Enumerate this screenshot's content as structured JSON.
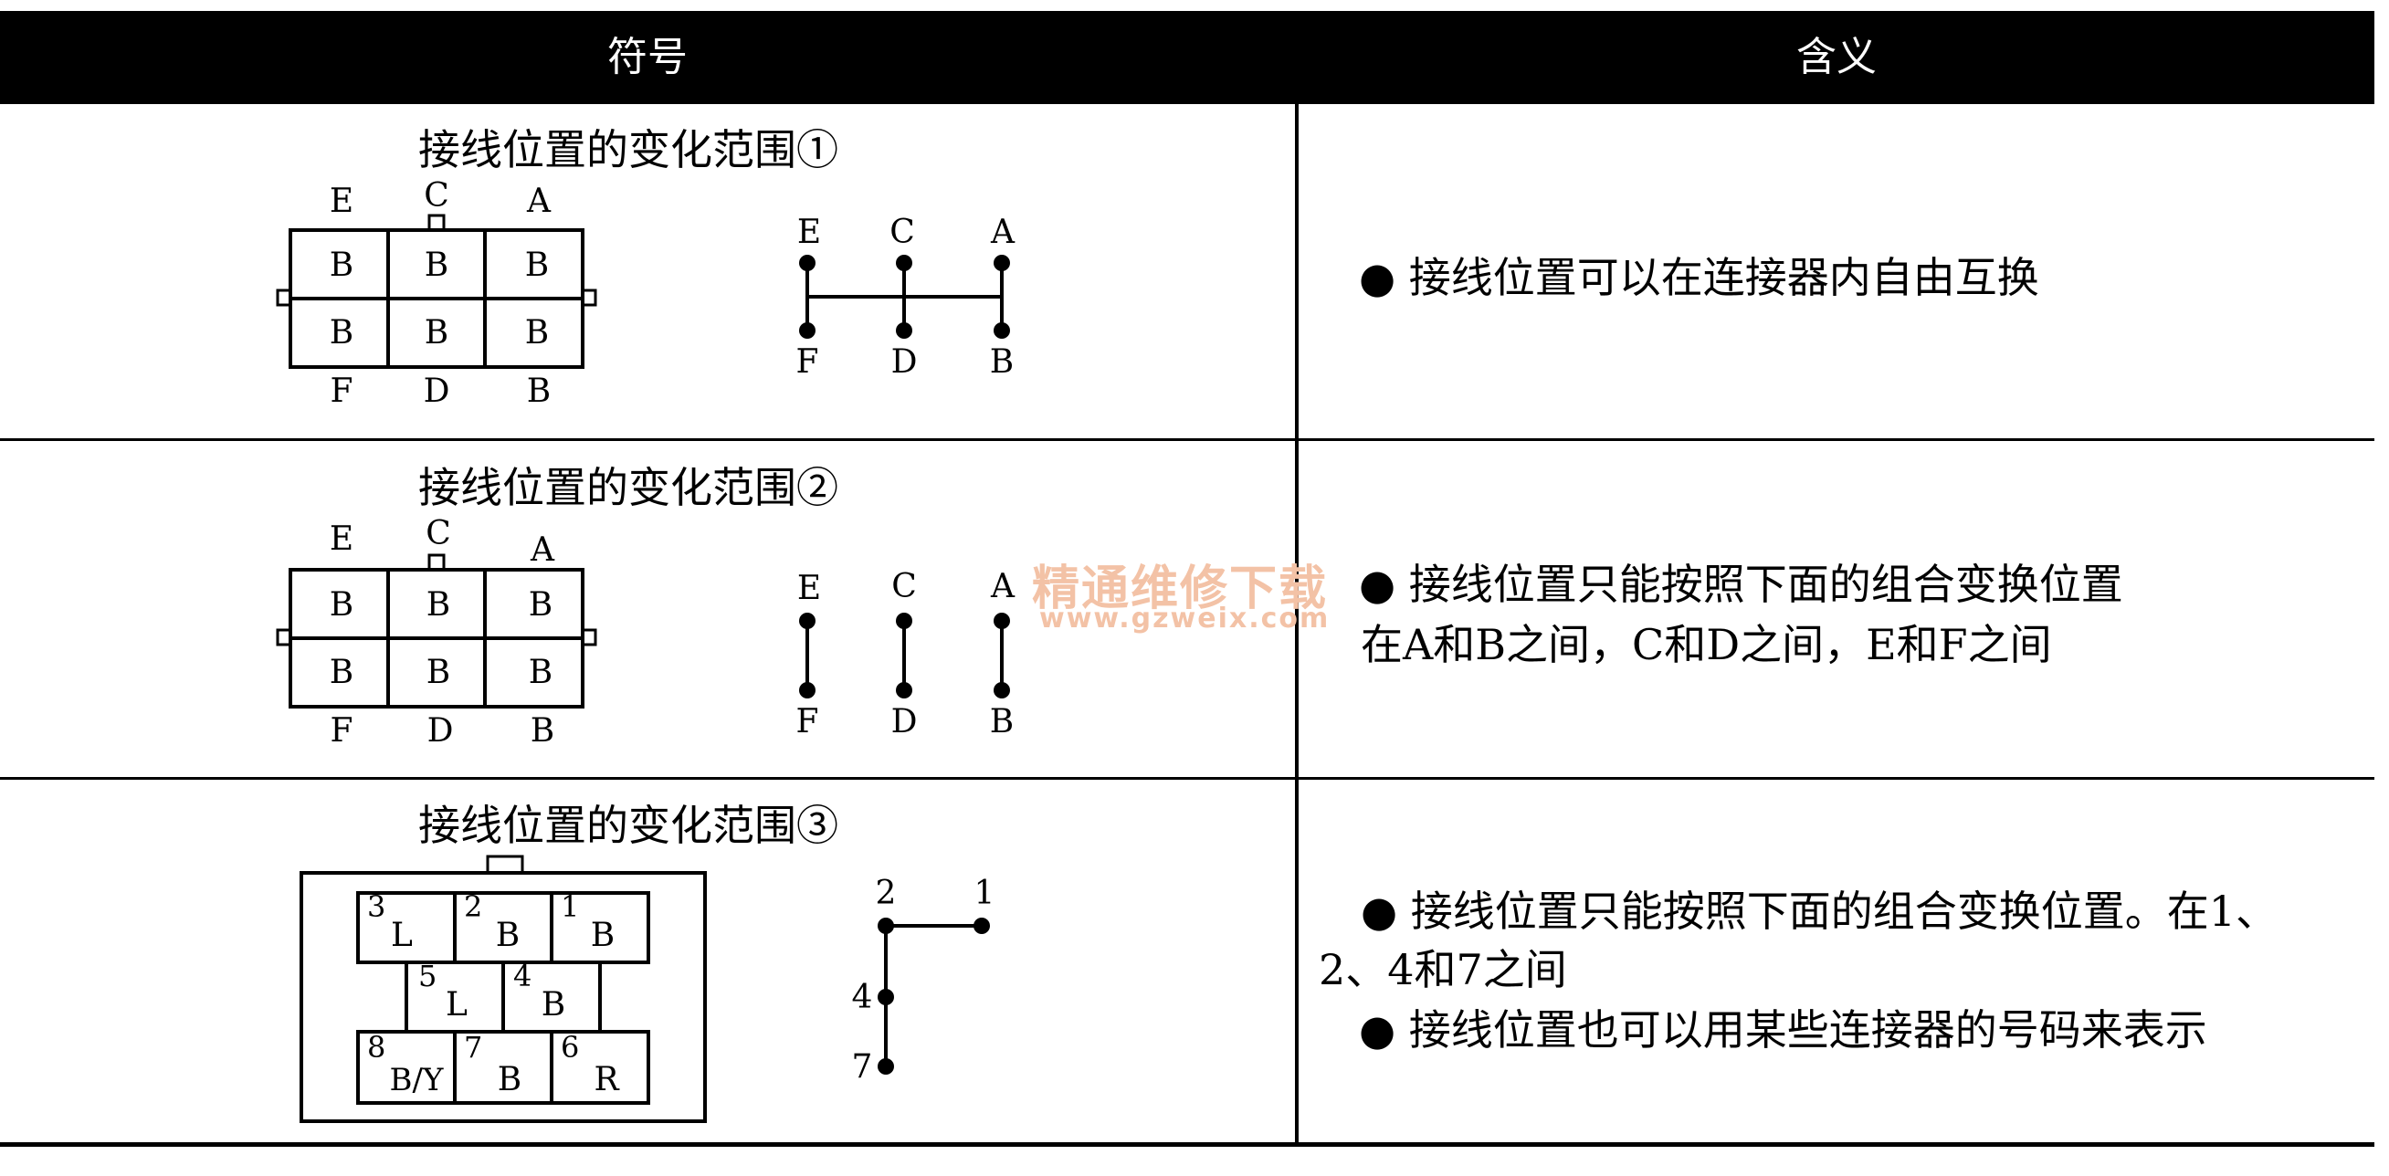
{
  "header": {
    "symbol": "符号",
    "meaning": "含义"
  },
  "rows": [
    {
      "title": "接线位置的变化范围①",
      "connector": {
        "top_labels": [
          "E",
          "C",
          "A"
        ],
        "cells": [
          "B",
          "B",
          "B",
          "B",
          "B",
          "B"
        ],
        "bottom_labels": [
          "F",
          "D",
          "B"
        ]
      },
      "diagram": {
        "top": [
          "E",
          "C",
          "A"
        ],
        "bottom": [
          "F",
          "D",
          "B"
        ]
      },
      "meaning": [
        "● 接线位置可以在连接器内自由互换"
      ]
    },
    {
      "title": "接线位置的变化范围②",
      "connector": {
        "top_labels": [
          "E",
          "C",
          "A"
        ],
        "cells": [
          "B",
          "B",
          "B",
          "B",
          "B",
          "B"
        ],
        "bottom_labels": [
          "F",
          "D",
          "B"
        ]
      },
      "diagram": {
        "top": [
          "E",
          "C",
          "A"
        ],
        "bottom": [
          "F",
          "D",
          "B"
        ]
      },
      "meaning": [
        "● 接线位置只能按照下面的组合变换位置",
        "在A和B之间，C和D之间，E和F之间"
      ]
    },
    {
      "title": "接线位置的变化范围③",
      "connector": {
        "cells": [
          {
            "num": "3",
            "label": "L"
          },
          {
            "num": "2",
            "label": "B"
          },
          {
            "num": "1",
            "label": "B"
          },
          {
            "num": "5",
            "label": "L"
          },
          {
            "num": "4",
            "label": "B"
          },
          {
            "num": "8",
            "label": "B/Y"
          },
          {
            "num": "7",
            "label": "B"
          },
          {
            "num": "6",
            "label": "R"
          }
        ]
      },
      "diagram": {
        "nodes": [
          "2",
          "1",
          "4",
          "7"
        ]
      },
      "meaning": [
        "● 接线位置只能按照下面的组合变换位置。在1、",
        "2、4和7之间",
        "● 接线位置也可以用某些连接器的号码来表示"
      ]
    }
  ],
  "watermark": {
    "cn": "精通维修下载",
    "url": "www.gzweix.com"
  }
}
